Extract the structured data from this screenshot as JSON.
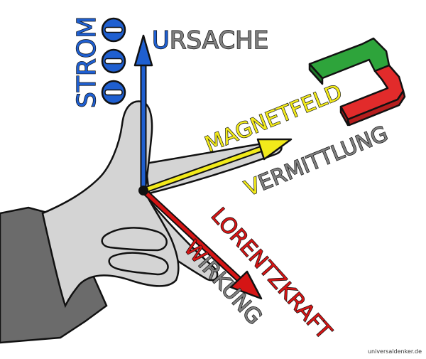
{
  "labels": {
    "strom": "STROM",
    "ursache_first": "U",
    "ursache_rest": "RSACHE",
    "magnetfeld": "MAGNETFELD",
    "vermittlung_first": "V",
    "vermittlung_rest": "ERMITTLUNG",
    "lorentzkraft": "LORENTZKRAFT",
    "wirkung_first": "W",
    "wirkung_rest": "IRKUNG"
  },
  "credit": "universaldenker.de",
  "colors": {
    "current": "#1f5fd0",
    "field": "#f2ea1b",
    "force": "#d51515",
    "text_grey": "#808080",
    "magnet_green": "#2ea43b",
    "magnet_red": "#e22b2b",
    "glove": "#d4d4d4",
    "sleeve": "#6b6b6b"
  },
  "icons": {
    "electron": "minus-circle-icon",
    "magnet": "horseshoe-magnet-icon",
    "hand": "left-hand-icon"
  }
}
